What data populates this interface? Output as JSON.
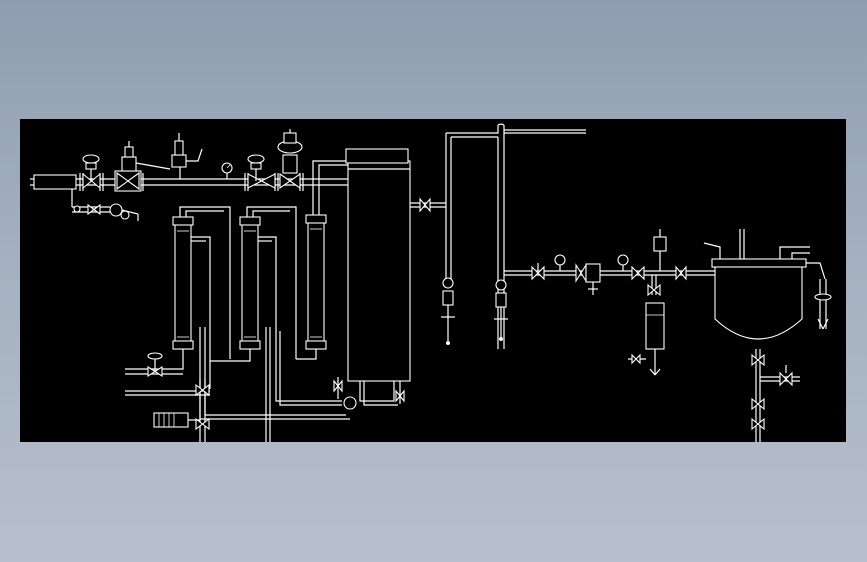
{
  "drawing": {
    "background_color": "#000000",
    "line_color": "#ffffff",
    "page_background": "#9aa7b8",
    "components": [
      "inlet-pipe",
      "gate-valve",
      "pressure-reducing-valve",
      "safety-valve",
      "pressure-gauge",
      "control-valve",
      "heat-exchanger",
      "storage-tank",
      "filter",
      "check-valve",
      "pump",
      "reactor-vessel",
      "drain-valve"
    ]
  }
}
